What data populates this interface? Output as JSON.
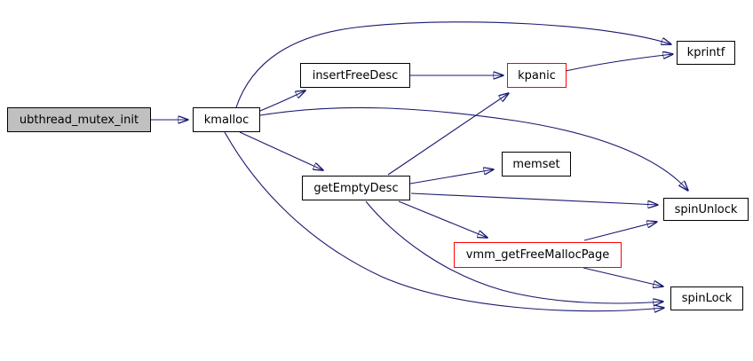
{
  "diagram": {
    "kind": "doxygen-call-graph",
    "background_color": "#ffffff",
    "edge_color": "#191970",
    "node_border_color": "#000000",
    "node_fill_color": "#ffffff",
    "highlight_fill_color": "#c0c0c0",
    "truncated_border_color": "#ff0000",
    "text_color": "#000000"
  },
  "nodes": [
    {
      "id": "ubthread_mutex_init",
      "label": "ubthread_mutex_init",
      "style": "highlighted"
    },
    {
      "id": "kmalloc",
      "label": "kmalloc",
      "style": "normal"
    },
    {
      "id": "insertFreeDesc",
      "label": "insertFreeDesc",
      "style": "normal"
    },
    {
      "id": "kpanic",
      "label": "kpanic",
      "style": "red"
    },
    {
      "id": "kprintf",
      "label": "kprintf",
      "style": "normal"
    },
    {
      "id": "getEmptyDesc",
      "label": "getEmptyDesc",
      "style": "normal"
    },
    {
      "id": "memset",
      "label": "memset",
      "style": "normal"
    },
    {
      "id": "spinUnlock",
      "label": "spinUnlock",
      "style": "normal"
    },
    {
      "id": "vmm_getFreeMallocPage",
      "label": "vmm_getFreeMallocPage",
      "style": "red"
    },
    {
      "id": "spinLock",
      "label": "spinLock",
      "style": "normal"
    }
  ],
  "edges": [
    {
      "from": "ubthread_mutex_init",
      "to": "kmalloc"
    },
    {
      "from": "kmalloc",
      "to": "kprintf"
    },
    {
      "from": "kmalloc",
      "to": "insertFreeDesc"
    },
    {
      "from": "kmalloc",
      "to": "getEmptyDesc"
    },
    {
      "from": "kmalloc",
      "to": "spinUnlock"
    },
    {
      "from": "kmalloc",
      "to": "spinLock"
    },
    {
      "from": "insertFreeDesc",
      "to": "kpanic"
    },
    {
      "from": "kpanic",
      "to": "kprintf"
    },
    {
      "from": "getEmptyDesc",
      "to": "kpanic"
    },
    {
      "from": "getEmptyDesc",
      "to": "memset"
    },
    {
      "from": "getEmptyDesc",
      "to": "spinUnlock"
    },
    {
      "from": "getEmptyDesc",
      "to": "vmm_getFreeMallocPage"
    },
    {
      "from": "getEmptyDesc",
      "to": "spinLock"
    },
    {
      "from": "vmm_getFreeMallocPage",
      "to": "spinUnlock"
    },
    {
      "from": "vmm_getFreeMallocPage",
      "to": "spinLock"
    }
  ]
}
